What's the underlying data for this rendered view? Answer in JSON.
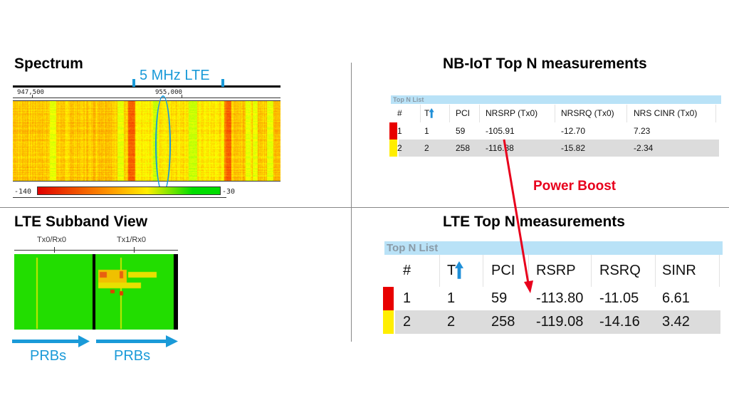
{
  "spectrum": {
    "title": "Spectrum",
    "band_label": "5 MHz LTE",
    "freq_ticks": [
      "947,500",
      "955,000"
    ],
    "colorbar": {
      "min": "-140",
      "max": "-30",
      "colors": [
        "#e00000",
        "#ff9900",
        "#ffee00",
        "#00dd00"
      ]
    }
  },
  "subband": {
    "title": "LTE Subband View",
    "ports": [
      "Tx0/Rx0",
      "Tx1/Rx0"
    ],
    "axis_labels": [
      "PRBs",
      "PRBs"
    ]
  },
  "nbiot": {
    "title": "NB-IoT Top N measurements",
    "list_title": "Top N List",
    "columns": [
      "#",
      "T",
      "PCI",
      "NRSRP (Tx0)",
      "NRSRQ (Tx0)",
      "NRS CINR (Tx0)"
    ],
    "rows": [
      {
        "marker": "#e80000",
        "cells": [
          "1",
          "1",
          "59",
          "-105.91",
          "-12.70",
          "7.23"
        ]
      },
      {
        "marker": "#ffee00",
        "cells": [
          "2",
          "2",
          "258",
          "-116.88",
          "-15.82",
          "-2.34"
        ]
      }
    ]
  },
  "lte": {
    "title": "LTE Top N measurements",
    "list_title": "Top N List",
    "columns": [
      "#",
      "T",
      "PCI",
      "RSRP",
      "RSRQ",
      "SINR"
    ],
    "rows": [
      {
        "marker": "#e80000",
        "cells": [
          "1",
          "1",
          "59",
          "-113.80",
          "-11.05",
          "6.61"
        ]
      },
      {
        "marker": "#ffee00",
        "cells": [
          "2",
          "2",
          "258",
          "-119.08",
          "-14.16",
          "3.42"
        ]
      }
    ]
  },
  "annotation": {
    "label": "Power Boost",
    "color": "#e8001c"
  }
}
